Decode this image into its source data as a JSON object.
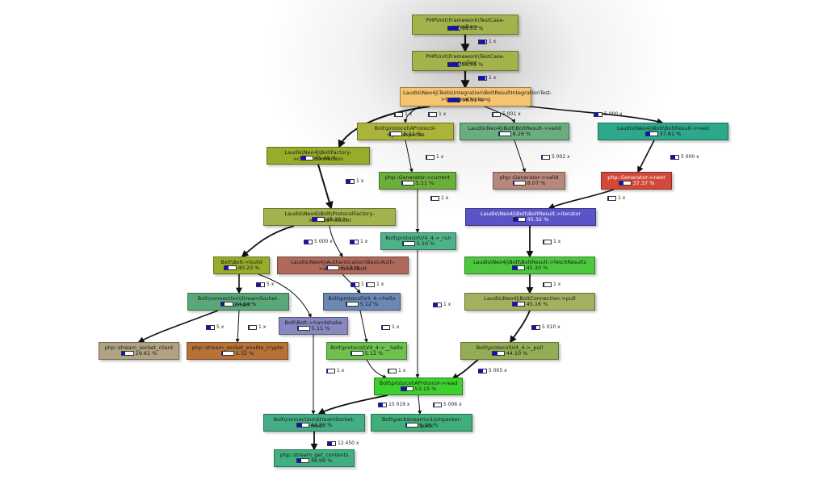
{
  "nodes": [
    {
      "id": "n1",
      "name": "PHPUnit\\Framework\\TestCase->runBare",
      "pct": "98.51 %",
      "frac": 0.985,
      "color": "#a3b24a"
    },
    {
      "id": "n2",
      "name": "PHPUnit\\Framework\\TestCase->runTest",
      "pct": "98.51 %",
      "frac": 0.985,
      "color": "#a3b24a"
    },
    {
      "id": "n3",
      "name": "Laudis\\Neo4j\\Tests\\Integration\\BoltResultIntegrationTest->testIterationLong",
      "pct": "98.51 %",
      "frac": 0.985,
      "color": "#f5c46e"
    },
    {
      "id": "n4",
      "name": "Bolt\\protocol\\AProtocol->getResponse",
      "pct": "5.11 %",
      "frac": 0.051,
      "color": "#aab43a"
    },
    {
      "id": "n5",
      "name": "Laudis\\Neo4j\\Bolt\\BoltResult->valid",
      "pct": "8.26 %",
      "frac": 0.083,
      "color": "#6aae80"
    },
    {
      "id": "n6",
      "name": "Laudis\\Neo4j\\Bolt\\BoltResult->next",
      "pct": "37.61 %",
      "frac": 0.376,
      "color": "#2ea88a"
    },
    {
      "id": "n7",
      "name": "Laudis\\Neo4j\\BoltFactory->createConnection",
      "pct": "45.48 %",
      "frac": 0.455,
      "color": "#97ad2a"
    },
    {
      "id": "n8",
      "name": "php::Generator->current",
      "pct": "5.11 %",
      "frac": 0.051,
      "color": "#6cae3a"
    },
    {
      "id": "n9",
      "name": "php::Generator->valid",
      "pct": "8.07 %",
      "frac": 0.081,
      "color": "#b8877c"
    },
    {
      "id": "n10",
      "name": "php::Generator->next",
      "pct": "37.37 %",
      "frac": 0.374,
      "color": "#d2493a",
      "light": true
    },
    {
      "id": "n11",
      "name": "Laudis\\Neo4j\\Bolt\\ProtocolFactory->createProtocol",
      "pct": "45.38 %",
      "frac": 0.454,
      "color": "#a3b24a"
    },
    {
      "id": "n12",
      "name": "Bolt\\protocol\\V4_4->_run",
      "pct": "5.10 %",
      "frac": 0.051,
      "color": "#4eb288"
    },
    {
      "id": "n13",
      "name": "Laudis\\Neo4j\\Bolt\\BoltResult->iterator",
      "pct": "45.32 %",
      "frac": 0.453,
      "color": "#5a54c8",
      "light": true
    },
    {
      "id": "n14",
      "name": "Bolt\\Bolt->build",
      "pct": "40.23 %",
      "frac": 0.402,
      "color": "#97ad2a"
    },
    {
      "id": "n15",
      "name": "Laudis\\Neo4j\\Authentication\\BasicAuth->authenticateBolt",
      "pct": "5.13 %",
      "frac": 0.051,
      "color": "#b06a5c"
    },
    {
      "id": "n16",
      "name": "Laudis\\Neo4j\\Bolt\\BoltResult->fetchResults",
      "pct": "45.30 %",
      "frac": 0.453,
      "color": "#4cc83c"
    },
    {
      "id": "n17",
      "name": "Bolt\\connection\\StreamSocket->connect",
      "pct": "34.94 %",
      "frac": 0.349,
      "color": "#5aa87a"
    },
    {
      "id": "n18",
      "name": "Bolt\\protocol\\V4_4->hello",
      "pct": "5.12 %",
      "frac": 0.051,
      "color": "#6a88b2"
    },
    {
      "id": "n19",
      "name": "Laudis\\Neo4j\\BoltConnection->pull",
      "pct": "45.16 %",
      "frac": 0.452,
      "color": "#a3b060"
    },
    {
      "id": "n20",
      "name": "Bolt\\Bolt->handshake",
      "pct": "5.15 %",
      "frac": 0.052,
      "color": "#8888c0"
    },
    {
      "id": "n21",
      "name": "php::stream_socket_client",
      "pct": "29.61 %",
      "frac": 0.296,
      "color": "#b0a282"
    },
    {
      "id": "n22",
      "name": "php::stream_socket_enable_crypto",
      "pct": "5.32 %",
      "frac": 0.053,
      "color": "#b87238"
    },
    {
      "id": "n23",
      "name": "Bolt\\protocol\\V4_4->__hello",
      "pct": "5.12 %",
      "frac": 0.051,
      "color": "#6cc24c"
    },
    {
      "id": "n24",
      "name": "Bolt\\protocol\\V4_4->_pull",
      "pct": "44.10 %",
      "frac": 0.441,
      "color": "#93ad54"
    },
    {
      "id": "n25",
      "name": "Bolt\\protocol\\AProtocol->read",
      "pct": "53.15 %",
      "frac": 0.531,
      "color": "#3ed02e"
    },
    {
      "id": "n26",
      "name": "Bolt\\connection\\StreamSocket->read",
      "pct": "44.58 %",
      "frac": 0.446,
      "color": "#43ad86"
    },
    {
      "id": "n27",
      "name": "Bolt\\packstream\\v1\\Unpacker->unpack",
      "pct": "5.05 %",
      "frac": 0.05,
      "color": "#3fae7a"
    },
    {
      "id": "n28",
      "name": "php::stream_get_contents",
      "pct": "38.99 %",
      "frac": 0.39,
      "color": "#40b080"
    }
  ],
  "edge_counts": [
    {
      "label": "1 x",
      "frac": 0.9
    },
    {
      "label": "1 x",
      "frac": 0.9
    },
    {
      "label": "1 x",
      "frac": 0.1
    },
    {
      "label": "1 x",
      "frac": 0.1
    },
    {
      "label": "5 001 x",
      "frac": 0.1
    },
    {
      "label": "5 000 x",
      "frac": 0.5
    },
    {
      "label": "1 x",
      "frac": 0.1
    },
    {
      "label": "5 002 x",
      "frac": 0.1
    },
    {
      "label": "5 000 x",
      "frac": 0.5
    },
    {
      "label": "1 x",
      "frac": 0.5
    },
    {
      "label": "1 x",
      "frac": 0.1
    },
    {
      "label": "1 x",
      "frac": 0.1
    },
    {
      "label": "5 000 x",
      "frac": 0.5
    },
    {
      "label": "1 x",
      "frac": 0.5
    },
    {
      "label": "1 x",
      "frac": 0.1
    },
    {
      "label": "5 x",
      "frac": 0.5
    },
    {
      "label": "1 x",
      "frac": 0.5
    },
    {
      "label": "1 x",
      "frac": 0.1
    },
    {
      "label": "5 x",
      "frac": 0.5
    },
    {
      "label": "1 x",
      "frac": 0.1
    },
    {
      "label": "1 x",
      "frac": 0.5
    },
    {
      "label": "1 x",
      "frac": 0.1
    },
    {
      "label": "1 x",
      "frac": 0.1
    },
    {
      "label": "5 010 x",
      "frac": 0.5
    },
    {
      "label": "1 x",
      "frac": 0.1
    },
    {
      "label": "1 x",
      "frac": 0.1
    },
    {
      "label": "5 005 x",
      "frac": 0.5
    },
    {
      "label": "15 019 x",
      "frac": 0.5
    },
    {
      "label": "5 006 x",
      "frac": 0.1
    },
    {
      "label": "12 450 x",
      "frac": 0.5
    }
  ]
}
